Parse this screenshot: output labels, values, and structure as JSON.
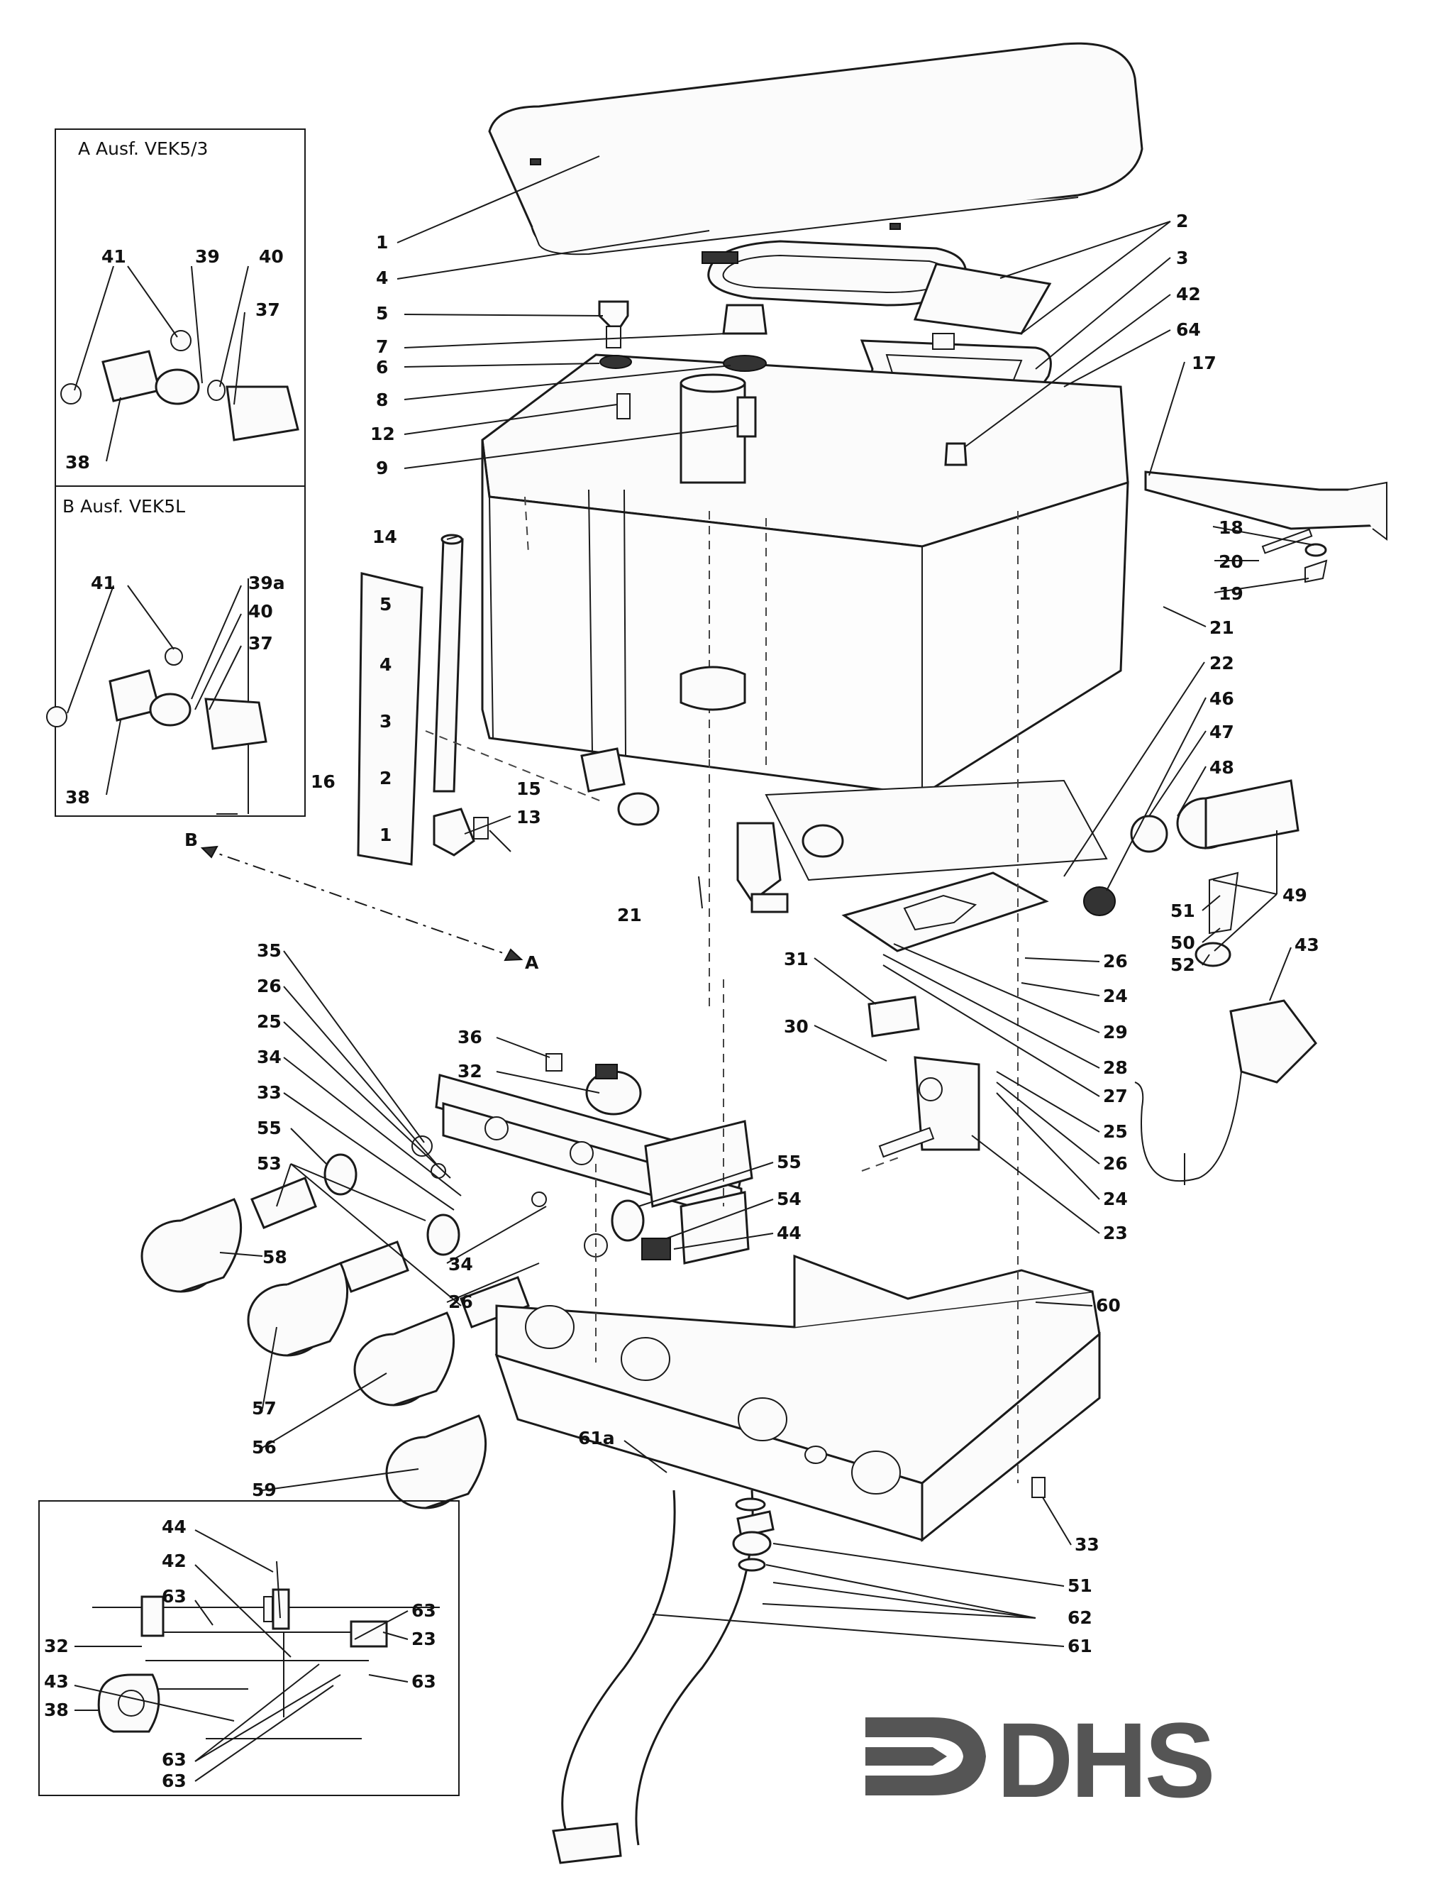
{
  "inset_a": {
    "title": "A  Ausf.  VEK5/3",
    "callouts": [
      "41",
      "39",
      "40",
      "37",
      "38"
    ]
  },
  "inset_b": {
    "title": "B  Ausf.  VEK5L",
    "callouts": [
      "41",
      "39a",
      "40",
      "37",
      "38"
    ]
  },
  "inset_c": {
    "callouts": [
      "44",
      "42",
      "63",
      "63",
      "32",
      "23",
      "43",
      "63",
      "38",
      "63",
      "63"
    ]
  },
  "section_markers": {
    "b": "B",
    "a": "A"
  },
  "gauge_scale": [
    "5",
    "4",
    "3",
    "2",
    "1"
  ],
  "logo": {
    "text": "DHS",
    "color": "#555555"
  },
  "callouts": {
    "c1": "1",
    "c4": "4",
    "c5": "5",
    "c7": "7",
    "c6": "6",
    "c8": "8",
    "c12": "12",
    "c9": "9",
    "c14": "14",
    "c16": "16",
    "c15": "15",
    "c13": "13",
    "c21a": "21",
    "c2": "2",
    "c3": "3",
    "c42": "42",
    "c64": "64",
    "c17": "17",
    "c18": "18",
    "c20": "20",
    "c19": "19",
    "c21b": "21",
    "c22": "22",
    "c46": "46",
    "c47": "47",
    "c48": "48",
    "c49": "49",
    "c51": "51",
    "c50": "50",
    "c52": "52",
    "c43": "43",
    "c26a": "26",
    "c24a": "24",
    "c29": "29",
    "c28": "28",
    "c27": "27",
    "c25a": "25",
    "c26b": "26",
    "c24b": "24",
    "c23": "23",
    "c31": "31",
    "c30": "30",
    "c35": "35",
    "c26c": "26",
    "c25b": "25",
    "c34a": "34",
    "c33a": "33",
    "c55a": "55",
    "c53": "53",
    "c36": "36",
    "c32": "32",
    "c55b": "55",
    "c54": "54",
    "c44": "44",
    "c34b": "34",
    "c26d": "26",
    "c58": "58",
    "c57": "57",
    "c56": "56",
    "c59": "59",
    "c60": "60",
    "c61a": "61a",
    "c33b": "33",
    "c51b": "51",
    "c62": "62",
    "c61": "61"
  }
}
